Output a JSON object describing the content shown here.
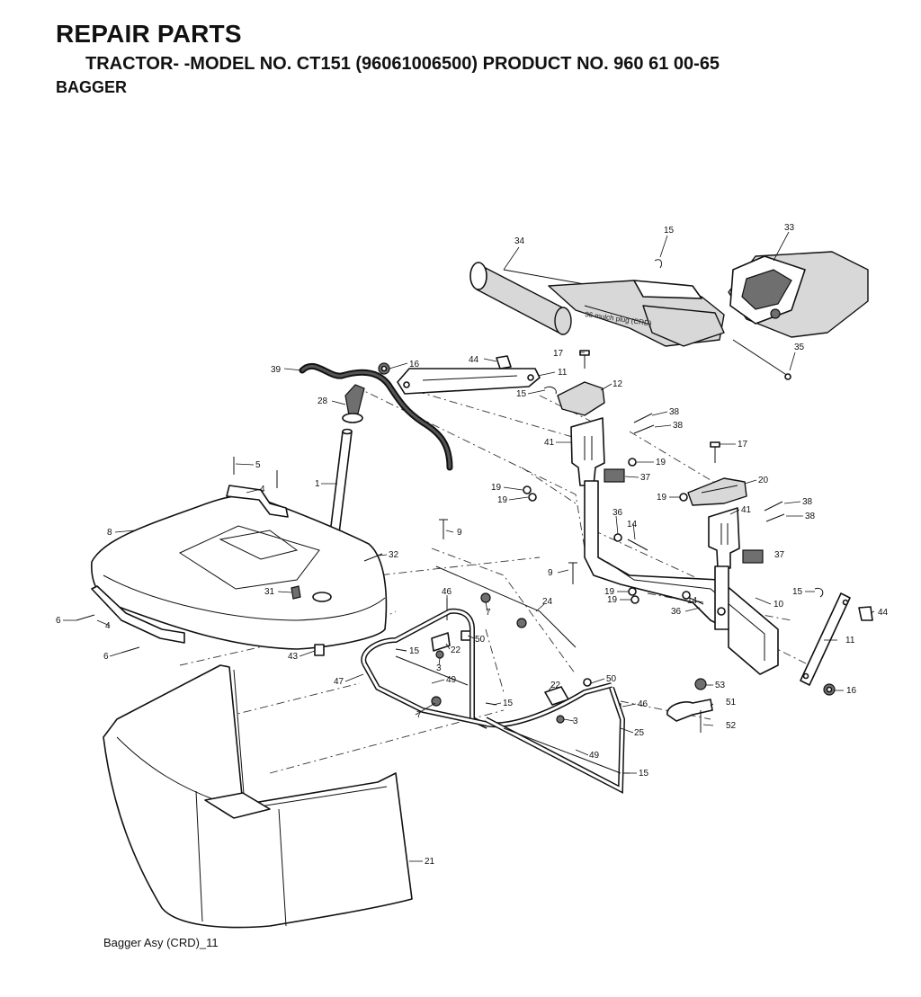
{
  "header": {
    "title": "REPAIR PARTS",
    "subtitle": "TRACTOR- -MODEL NO. CT151 (96061006500) PRODUCT NO. 960 61 00-65",
    "section": "BAGGER"
  },
  "caption": "Bagger Asy (CRD)_11",
  "diagram": {
    "mulch_plug_note": "36 mulch plug (CRD)",
    "callouts": [
      "34",
      "15",
      "33",
      "35",
      "39",
      "16",
      "44",
      "17",
      "11",
      "15",
      "12",
      "28",
      "38",
      "38",
      "41",
      "17",
      "19",
      "37",
      "1",
      "5",
      "4",
      "20",
      "19",
      "19",
      "36",
      "14",
      "19",
      "38",
      "38",
      "8",
      "9",
      "41",
      "32",
      "9",
      "37",
      "31",
      "19",
      "19",
      "14",
      "15",
      "36",
      "10",
      "44",
      "6",
      "4",
      "46",
      "7",
      "24",
      "22",
      "50",
      "15",
      "3",
      "6",
      "43",
      "49",
      "47",
      "7",
      "11",
      "16",
      "22",
      "50",
      "53",
      "46",
      "15",
      "3",
      "7",
      "51",
      "25",
      "49",
      "52",
      "15",
      "21"
    ]
  }
}
